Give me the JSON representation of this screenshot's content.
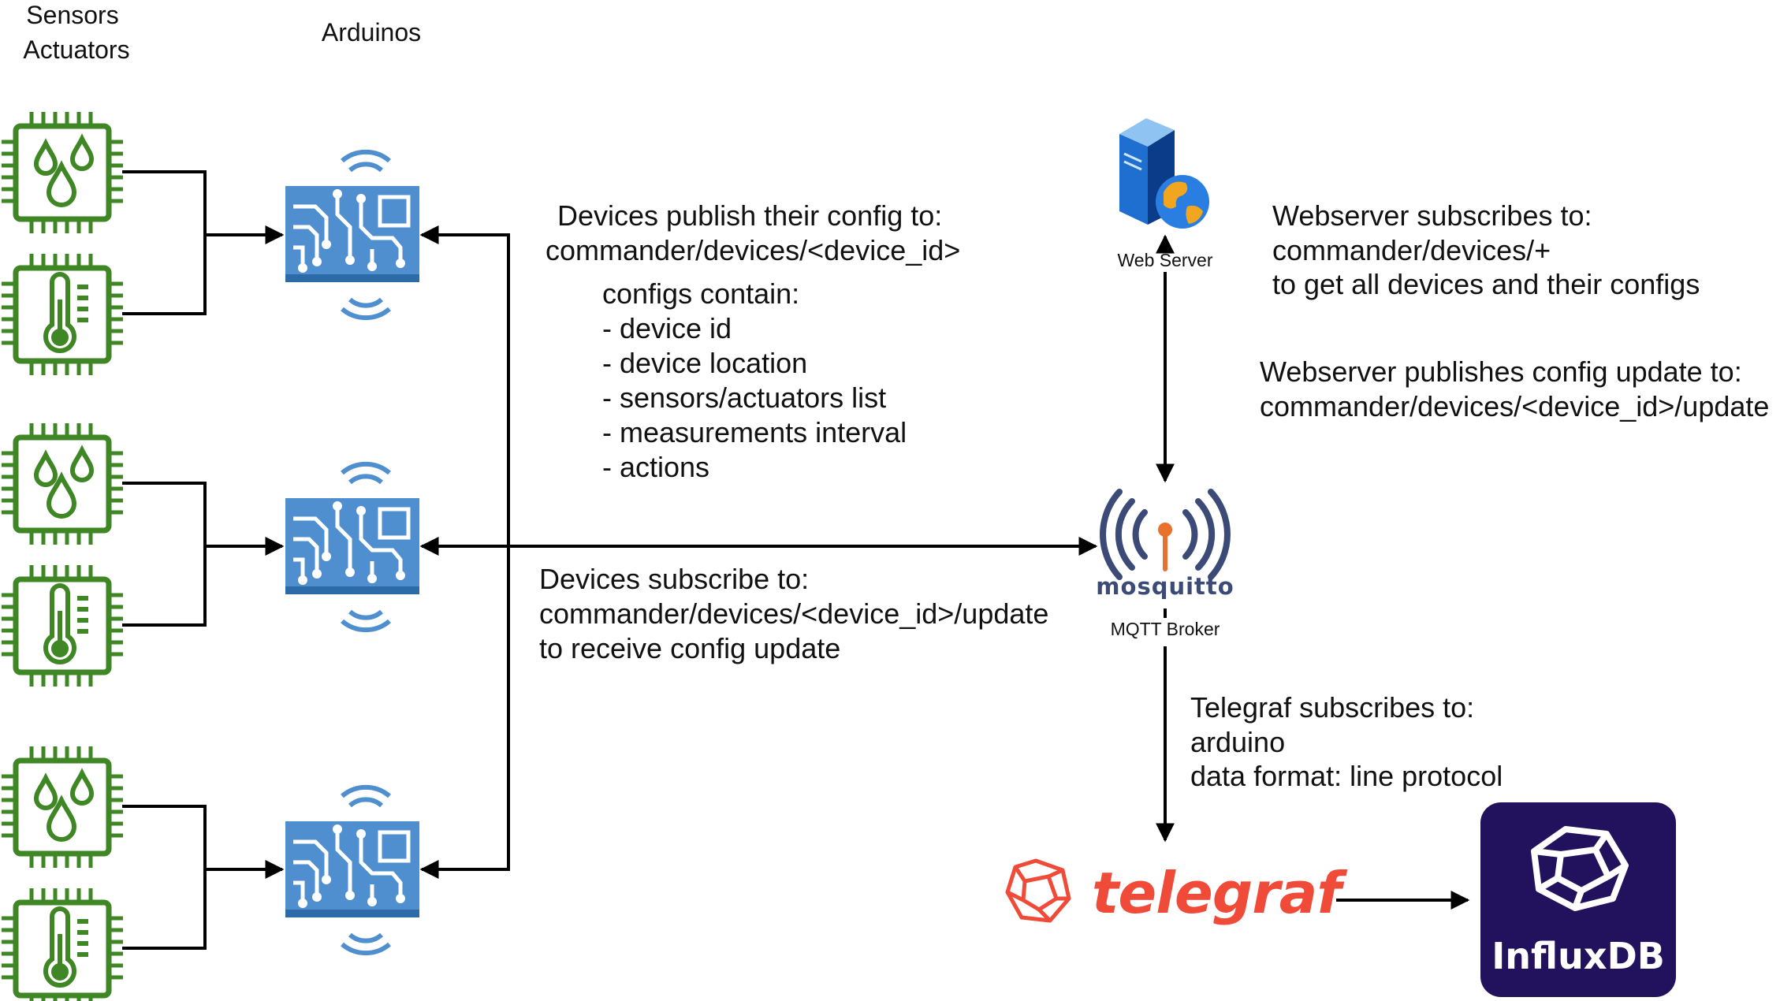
{
  "columns": {
    "sensors_line1": "Sensors",
    "sensors_line2": "Actuators",
    "arduinos": "Arduinos"
  },
  "nodes": {
    "web_server": {
      "label": "Web Server"
    },
    "mqtt_broker": {
      "label": "MQTT Broker",
      "logo_text": "mosquitto"
    },
    "telegraf": {
      "logo_text": "telegraf"
    },
    "influxdb": {
      "logo_text": "InfluxDB"
    }
  },
  "notes": {
    "publish": {
      "line1": "Devices publish their config to:",
      "line2": "commander/devices/<device_id>"
    },
    "configs": {
      "title": "configs contain:",
      "items": [
        "- device id",
        "- device location",
        "- sensors/actuators list",
        "- measurements interval",
        "- actions"
      ]
    },
    "subscribe": {
      "line1": "Devices subscribe to:",
      "line2": "commander/devices/<device_id>/update",
      "line3": "to receive config update"
    },
    "webserver_sub": {
      "line1": "Webserver subscribes to:",
      "line2": "commander/devices/+",
      "line3": "to get all devices and their configs"
    },
    "webserver_pub": {
      "line1": "Webserver publishes config update to:",
      "line2": "commander/devices/<device_id>/update"
    },
    "telegraf_sub": {
      "line1": "Telegraf subscribes to:",
      "line2": "arduino",
      "line3": "data format: line protocol"
    }
  },
  "colors": {
    "sensor_green": "#3f8624",
    "arduino_blue": "#4f8fcf",
    "arduino_dark": "#2d6aa8",
    "mosquitto_navy": "#3c4a77",
    "mosquitto_orange": "#e8712d",
    "telegraf_red": "#f04a38",
    "influx_purple": "#22125e",
    "line": "#000000"
  },
  "icons": {
    "humidity_sensor": "water-drops-chip-icon",
    "temperature_sensor": "thermometer-chip-icon",
    "arduino": "circuit-board-icon",
    "web_server": "server-globe-icon",
    "mqtt": "broadcast-antenna-icon",
    "telegraf": "polyhedron-icon",
    "influxdb": "polyhedron-icon"
  }
}
